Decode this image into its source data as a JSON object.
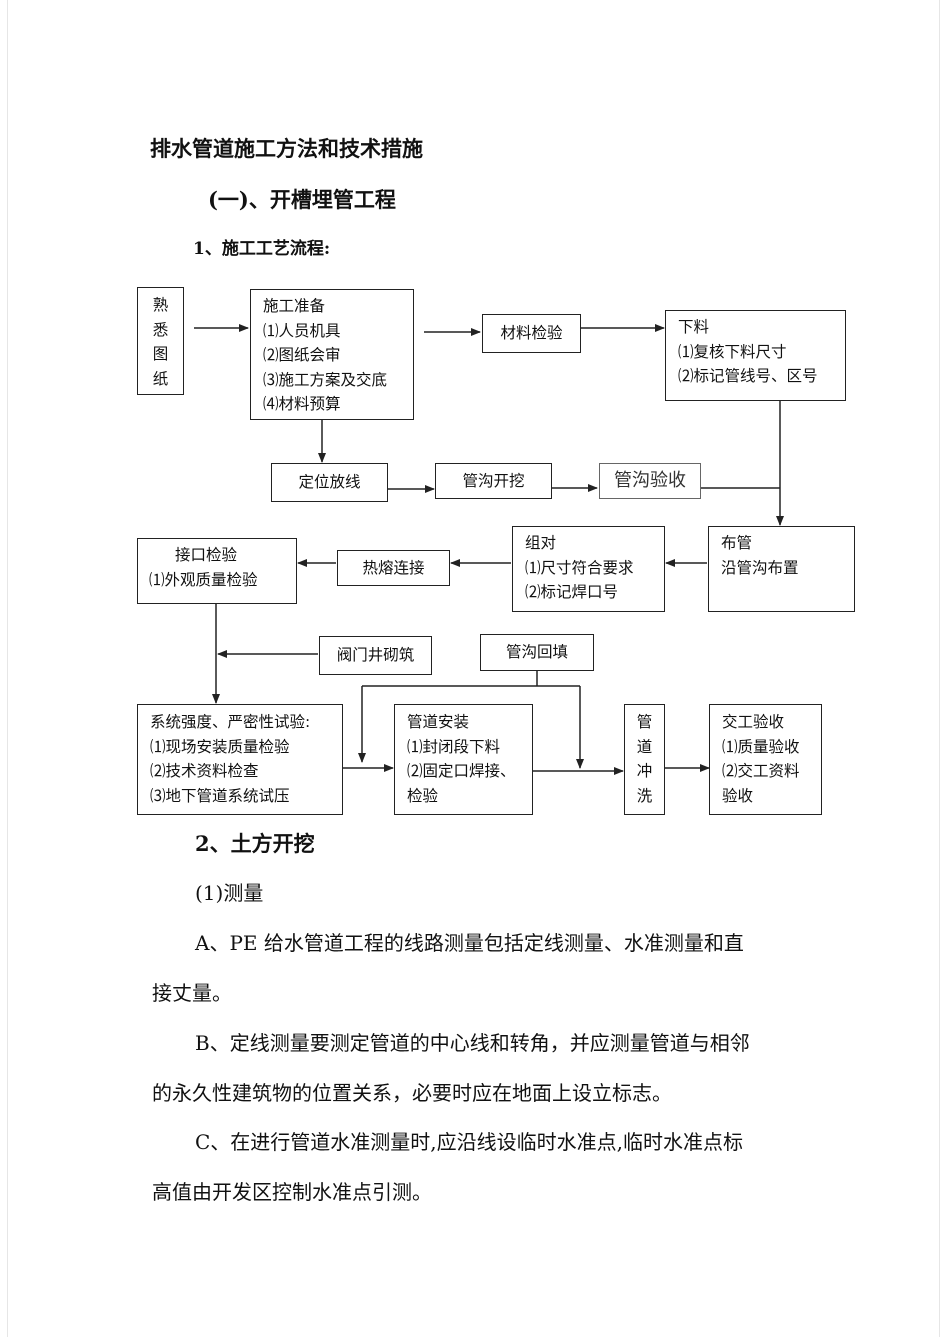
{
  "doc": {
    "title": "排水管道施工方法和技术措施",
    "section1": "(一)、开槽埋管工程",
    "sub1": "1、施工工艺流程:",
    "section2": "2、土方开挖",
    "measure_heading": "(1)测量",
    "para_a_1": "A、PE 给水管道工程的线路测量包括定线测量、水准测量和直",
    "para_a_2": "接丈量。",
    "para_b_1": "B、定线测量要测定管道的中心线和转角，并应测量管道与相邻",
    "para_b_2": "的永久性建筑物的位置关系，必要时应在地面上设立标志。",
    "para_c_1": "C、在进行管道水准测量时,应沿线设临时水准点,临时水准点标",
    "para_c_2": "高值由开发区控制水准点引测。"
  },
  "flow": {
    "familiar": [
      "熟",
      "悉",
      "图",
      "纸"
    ],
    "prep": [
      "施工准备",
      "⑴人员机具",
      "⑵图纸会审",
      "⑶施工方案及交底",
      "⑷材料预算"
    ],
    "material_check": "材料检验",
    "cutting": [
      "下料",
      "⑴复核下料尺寸",
      "⑵标记管线号、区号"
    ],
    "positioning": "定位放线",
    "trench_dig": "管沟开挖",
    "trench_accept": "管沟验收",
    "layout": [
      "布管",
      "沿管沟布置"
    ],
    "pairing": [
      "组对",
      "⑴尺寸符合要求",
      "⑵标记焊口号"
    ],
    "fusion": "热熔连接",
    "joint_check": [
      "接口检验",
      "⑴外观质量检验"
    ],
    "valve_well": "阀门井砌筑",
    "backfill": "管沟回填",
    "system_test": [
      "系统强度、严密性试验:",
      "⑴现场安装质量检验",
      "⑵技术资料检查",
      "⑶地下管道系统试压"
    ],
    "pipe_install": [
      "管道安装",
      "⑴封闭段下料",
      "⑵固定口焊接、",
      "检验"
    ],
    "flush": [
      "管",
      "道",
      "冲",
      "洗"
    ],
    "handover": [
      "交工验收",
      "⑴质量验收",
      "⑵交工资料",
      "验收"
    ]
  }
}
